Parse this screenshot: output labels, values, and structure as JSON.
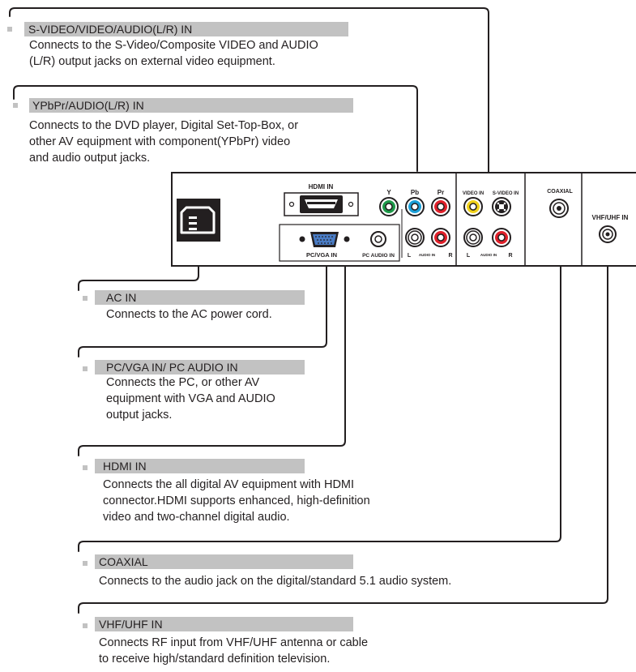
{
  "callouts": {
    "svideo": {
      "heading": "S-VIDEO/VIDEO/AUDIO(L/R) IN",
      "text": "Connects to the S-Video/Composite VIDEO and AUDIO\n(L/R) output jacks on external video equipment."
    },
    "ypbpr": {
      "heading": "YPbPr/AUDIO(L/R) IN",
      "text": "Connects to the DVD player, Digital Set-Top-Box, or\nother AV equipment with component(YPbPr) video\nand audio output jacks."
    },
    "acin": {
      "heading": "AC IN",
      "text": "Connects to the AC power cord."
    },
    "pcvga": {
      "heading": "PC/VGA IN/ PC AUDIO IN",
      "text": "Connects the PC, or other AV\nequipment with VGA and AUDIO\noutput jacks."
    },
    "hdmi": {
      "heading": "HDMI IN",
      "text": "Connects the all digital AV equipment with HDMI\nconnector.HDMI supports enhanced, high-definition\nvideo and two-channel digital audio."
    },
    "coaxial": {
      "heading": "COAXIAL",
      "text": "Connects to the audio jack on the digital/standard 5.1 audio system."
    },
    "vhfuhf": {
      "heading": "VHF/UHF IN",
      "text": "Connects RF input from VHF/UHF antenna or cable\nto receive high/standard definition television."
    }
  },
  "panel_labels": {
    "hdmi_in": "HDMI IN",
    "y": "Y",
    "pb": "Pb",
    "pr": "Pr",
    "video_in": "VIDEO IN",
    "svideo_in": "S-VIDEO IN",
    "coaxial": "COAXIAL",
    "vhf_uhf_in": "VHF/UHF IN",
    "pc_vga_in": "PC/VGA IN",
    "pc_audio_in": "PC AUDIO IN",
    "l1": "L",
    "audio_in_1": "AUDIO IN",
    "r1": "R",
    "l2": "L",
    "audio_in_2": "AUDIO IN",
    "r2": "R"
  },
  "colors": {
    "jack_y": "#1e9a4a",
    "jack_pb": "#1ba0d8",
    "jack_pr": "#e0202a",
    "jack_video": "#f2d21a",
    "jack_audio_r": "#e0202a",
    "heading_bar": "#c2c2c2",
    "vga_port": "#4a7cc4"
  }
}
